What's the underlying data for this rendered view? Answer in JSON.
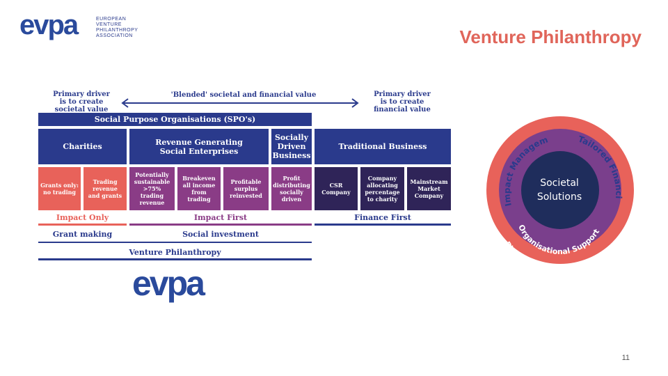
{
  "header": {
    "title": "Venture Philanthropy",
    "logo_text": "evpa",
    "logo_tagline": [
      "EUROPEAN",
      "VENTURE",
      "PHILANTHROPY",
      "ASSOCIATION"
    ]
  },
  "spectrum": {
    "left_driver": [
      "Primary driver",
      "is to create",
      "societal value"
    ],
    "right_driver": [
      "Primary driver",
      "is to create",
      "financial value"
    ],
    "blended": "'Blended' societal and financial value",
    "spo_bar": "Social Purpose Organisations (SPO's)",
    "categories": {
      "charities": "Charities",
      "revenue": "Revenue Generating Social Enterprises",
      "socially_driven": "Socially Driven Business",
      "traditional": "Traditional Business"
    },
    "sub_boxes": [
      "Grants only: no trading",
      "Trading revenue and grants",
      "Potentially sustainable >75% trading revenue",
      "Breakeven all income from trading",
      "Profitable surplus reinvested",
      "Profit distributing socially driven",
      "CSR Company",
      "Company allocating percentage to charity",
      "Mainstream Market Company"
    ],
    "bands": {
      "impact_only": "Impact Only",
      "impact_first": "Impact First",
      "finance_first": "Finance First",
      "grant_making": "Grant making",
      "social_investment": "Social investment",
      "venture_philanthropy": "Venture Philanthropy"
    },
    "bottom_logo": "evpa"
  },
  "circle": {
    "center": "Societal Solutions",
    "outer_top_left": "Impact Management",
    "outer_top_right": "Tailored Financing",
    "middle": "Organisational Support",
    "outer_bottom": "Philanthropy & Investment"
  },
  "colors": {
    "navy": "#2a3a8c",
    "coral": "#e8625a",
    "purple": "#6a3a8c",
    "magenta": "#8a3c86",
    "title": "#e0655a"
  },
  "page_number": "11"
}
